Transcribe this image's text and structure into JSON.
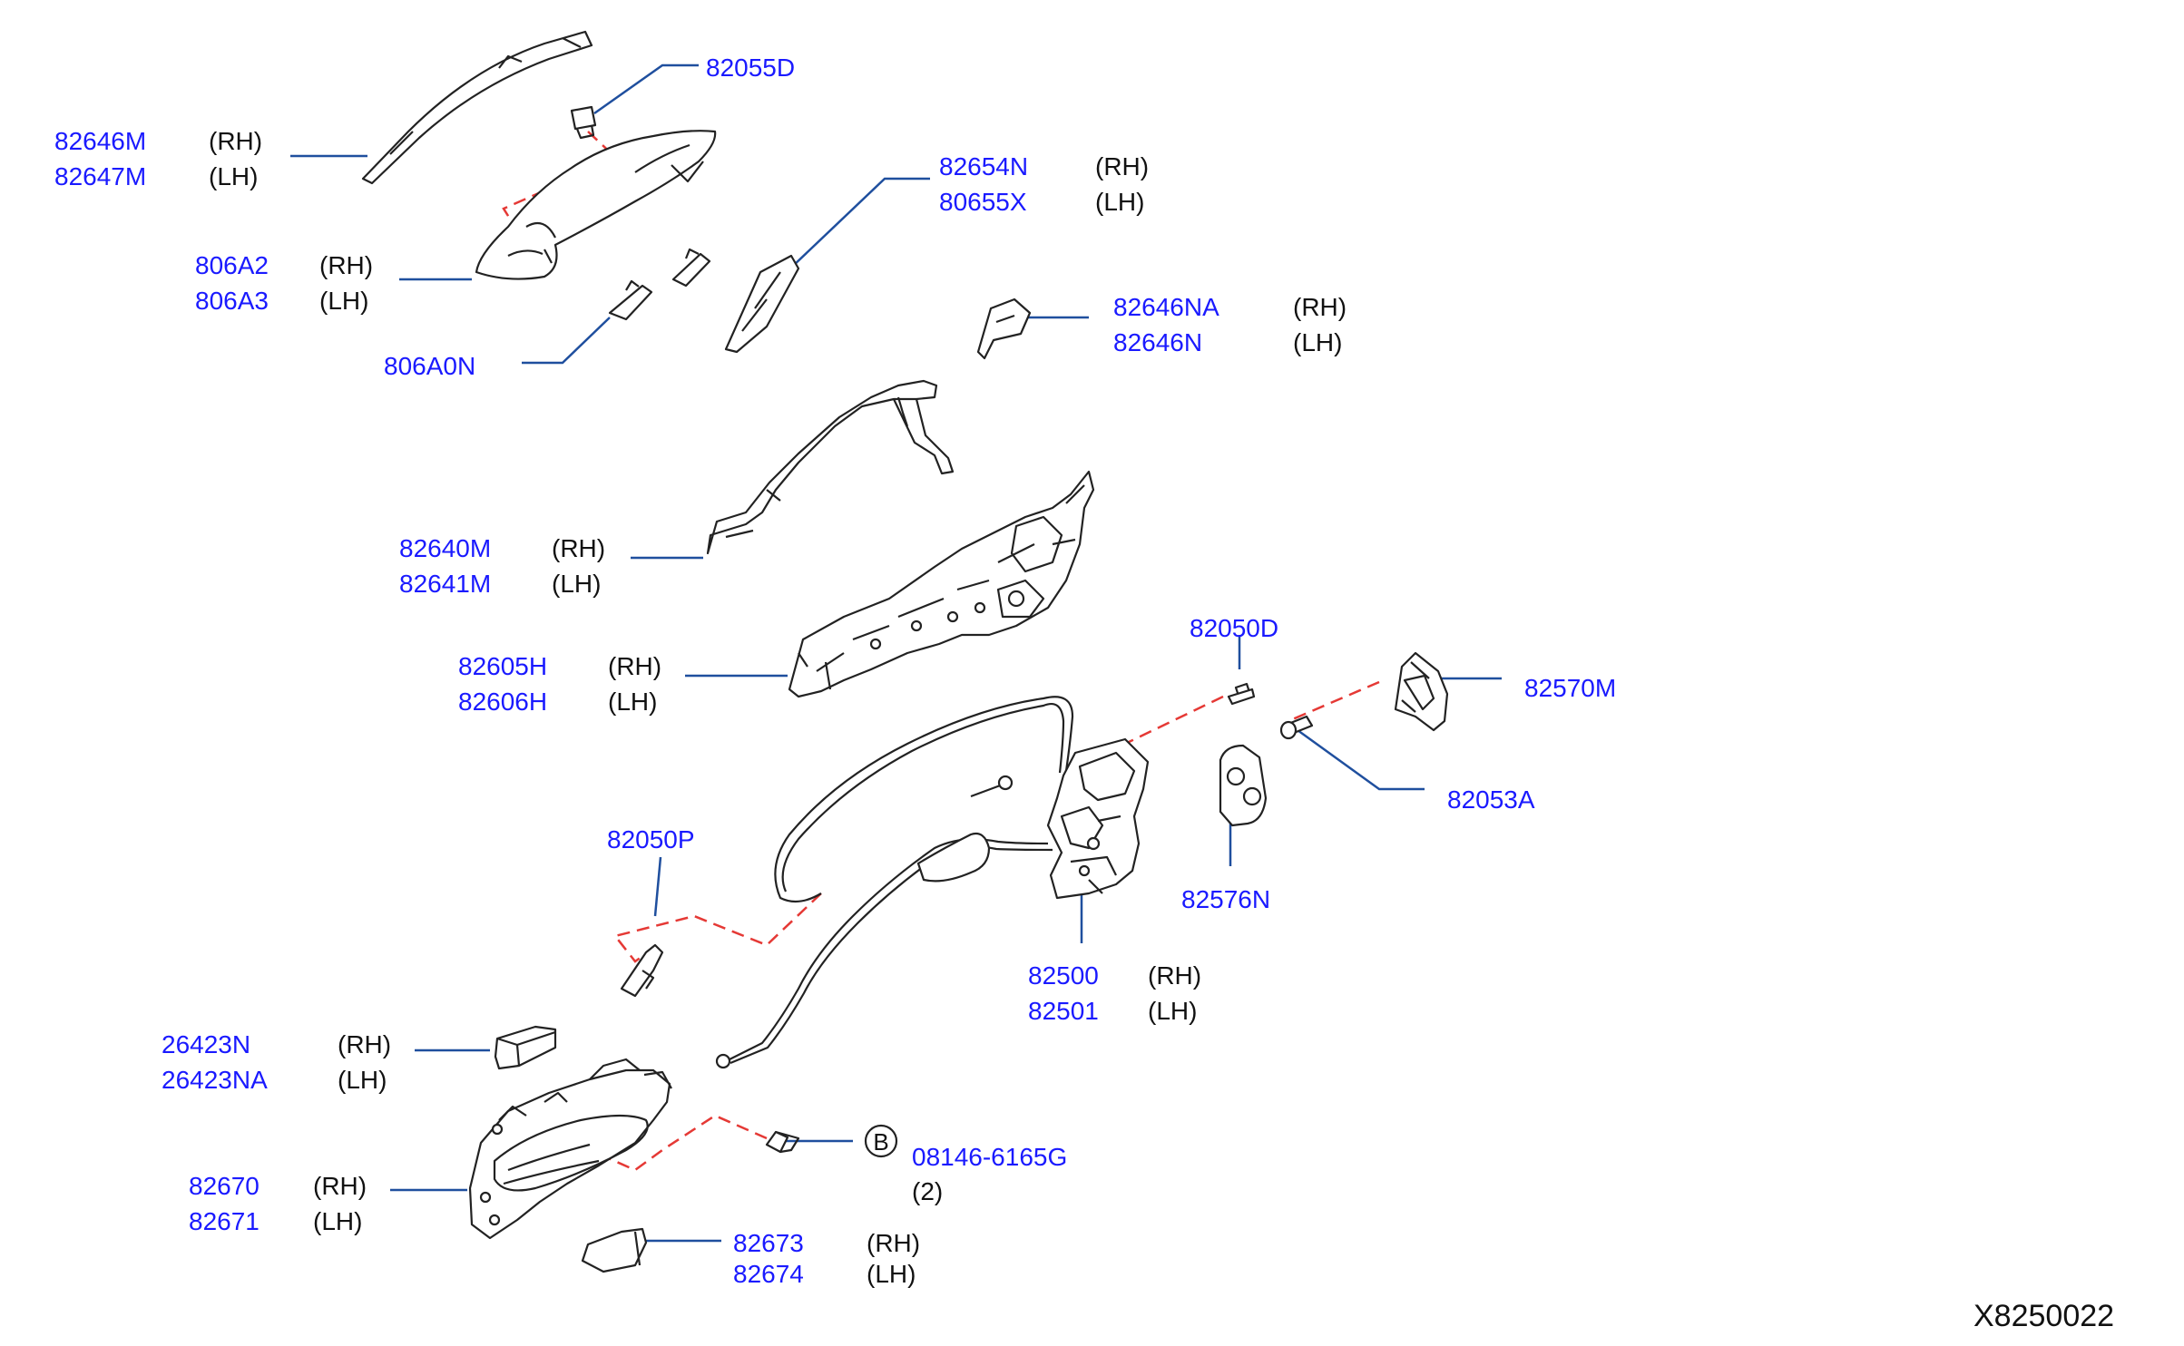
{
  "diagram_id": "X8250022",
  "colors": {
    "part_number": "#1a1aff",
    "leader": "#1f4f9e",
    "phantom": "#e53935",
    "outline": "#222222"
  },
  "symbol_b": "B",
  "parts": [
    {
      "id": "p1",
      "numbers": [
        "82646M",
        "82647M"
      ],
      "sides": [
        "(RH)",
        "(LH)"
      ]
    },
    {
      "id": "p2",
      "numbers": [
        "82055D"
      ],
      "sides": []
    },
    {
      "id": "p3",
      "numbers": [
        "82654N",
        "80655X"
      ],
      "sides": [
        "(RH)",
        "(LH)"
      ]
    },
    {
      "id": "p4",
      "numbers": [
        "806A2",
        "806A3"
      ],
      "sides": [
        "(RH)",
        "(LH)"
      ]
    },
    {
      "id": "p5",
      "numbers": [
        "82646NA",
        "82646N"
      ],
      "sides": [
        "(RH)",
        "(LH)"
      ]
    },
    {
      "id": "p6",
      "numbers": [
        "806A0N"
      ],
      "sides": []
    },
    {
      "id": "p7",
      "numbers": [
        "82640M",
        "82641M"
      ],
      "sides": [
        "(RH)",
        "(LH)"
      ]
    },
    {
      "id": "p8",
      "numbers": [
        "82605H",
        "82606H"
      ],
      "sides": [
        "(RH)",
        "(LH)"
      ]
    },
    {
      "id": "p9",
      "numbers": [
        "82050D"
      ],
      "sides": []
    },
    {
      "id": "p10",
      "numbers": [
        "82570M"
      ],
      "sides": []
    },
    {
      "id": "p11",
      "numbers": [
        "82053A"
      ],
      "sides": []
    },
    {
      "id": "p12",
      "numbers": [
        "82050P"
      ],
      "sides": []
    },
    {
      "id": "p13",
      "numbers": [
        "82576N"
      ],
      "sides": []
    },
    {
      "id": "p14",
      "numbers": [
        "82500",
        "82501"
      ],
      "sides": [
        "(RH)",
        "(LH)"
      ]
    },
    {
      "id": "p15",
      "numbers": [
        "26423N",
        "26423NA"
      ],
      "sides": [
        "(RH)",
        "(LH)"
      ]
    },
    {
      "id": "p16",
      "numbers": [
        "08146-6165G"
      ],
      "sides": [],
      "quantity": "(2)"
    },
    {
      "id": "p17",
      "numbers": [
        "82670",
        "82671"
      ],
      "sides": [
        "(RH)",
        "(LH)"
      ]
    },
    {
      "id": "p18",
      "numbers": [
        "82673",
        "82674"
      ],
      "sides": [
        "(RH)",
        "(LH)"
      ]
    }
  ]
}
